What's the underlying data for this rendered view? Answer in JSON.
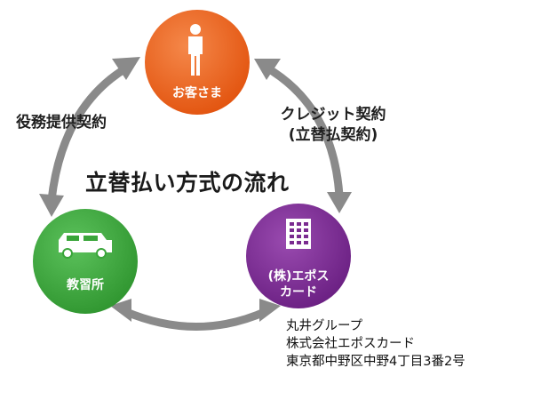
{
  "diagram": {
    "title": "立替払い方式の流れ",
    "nodes": {
      "customer": {
        "label": "お客さま",
        "color": "#e8601c",
        "icon": "person-icon"
      },
      "school": {
        "label": "教習所",
        "color": "#3aa53a",
        "icon": "car-icon"
      },
      "card_company": {
        "label_line1": "(株)エポス",
        "label_line2": "カード",
        "color": "#7a2b90",
        "icon": "building-icon"
      }
    },
    "edges": {
      "left_label": "役務提供契約",
      "right_label_line1": "クレジット契約",
      "right_label_line2": "(立替払契約)"
    },
    "company_info": {
      "line1": "丸井グループ",
      "line2": "株式会社エポスカード",
      "line3": "東京都中野区中野4丁目3番2号"
    },
    "arrow_color": "#8a8a8a"
  }
}
